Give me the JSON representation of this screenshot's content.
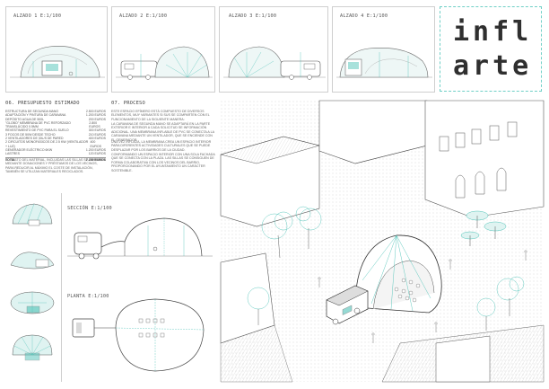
{
  "elevations": [
    {
      "label": "ALZADO 1   E:1/100"
    },
    {
      "label": "ALZADO 2   E:1/100"
    },
    {
      "label": "ALZADO 3   E:1/100"
    },
    {
      "label": "ALZADO 4   E:1/100"
    }
  ],
  "logo": {
    "line1": "infl",
    "line2": "arte"
  },
  "budget": {
    "title": "06. PRESUPUESTO ESTIMADO",
    "rows": [
      {
        "item": "ESTRUCTURA DE SEGUNDA MANO",
        "price": "2.500 EUROS"
      },
      {
        "item": "ADAPTACIÓN Y PINTURA DE CARAVANA",
        "price": "1.200 EUROS"
      },
      {
        "item": "DEPÓSITO AGUA DE 500L",
        "price": "200 EUROS"
      },
      {
        "item": "\"GLOBO\" MEMBRANA DE PVC REFORZADO TRANSLÚCIDO 0.5MM",
        "price": "2.800 EUROS"
      },
      {
        "item": "REVESTIMIENTO DE PVC PARA EL SUELO",
        "price": "300 EUROS"
      },
      {
        "item": "3 FOCOS DE 50W DESDE TECHO",
        "price": "210 EUROS"
      },
      {
        "item": "2 VENTILADORES DE 30L/S DE PARED",
        "price": "400 EUROS"
      },
      {
        "item": "2 CIRCUITOS MONOFÁSICOS DE 2.5 KW (VENTILADOR + LUZ)",
        "price": "400 EUROS"
      },
      {
        "item": "GENERADOR ELÉCTRICO 6KW",
        "price": "1.200 EUROS"
      },
      {
        "item": "LASTRES",
        "price": "120 EUROS"
      }
    ],
    "total_label": "TOTAL",
    "total_value": "7.230 EUROS",
    "note": "EL RESTO DEL MATERIAL, INCLUIDAS LAS SILLAS SE OBTIENEN MEDIANTE DONACIONES Y PRÉSTAMOS DE LOS VECINOS, PARA REDUCIR AL MÁXIMO EL COSTE DE INSTALACIÓN, TAMBIÉN SE UTILIZAN MATERIALES RECICLADOS."
  },
  "process": {
    "title": "07. PROCESO",
    "p1": "ESTE ESPACIO EFÍMERO ESTÁ COMPUESTO DE DIVERSOS ELEMENTOS, MUY VARIANTES SI SUS SE COMPARTEN CON EL FUNCIONAMIENTO DE LA SIGUIENTE MANERA:",
    "p2": "LA CARAVANA DE SEGUNDA MANO SE ADAPTARÁ EN LA PARTE EXTERIOR E INTERIOR A CADA SOLICITUD SE INFORMACIÓN ADICIONAL. UNA MEMBRANA INFLABLE DE PVC SE CONECTA A LA CARAVANA MEDIANTE UN VENTILADOR, QUE SE ENCIENDE CON EL GENERADOR.",
    "p3": "UNA VEZ INFLADA, LA MEMBRANA CREA UN ESPACIO INTERIOR PARA DIFERENTES ACTIVIDADES CULTURALES QUE SE PUEDE DESPLAZAR POR LOS BARRIOS DE LA CIUDAD.",
    "p4": "CONFORMANDO UN ESPACIO INTERIOR CON UNA SOLA FACHADA QUE SE CONECTA CON LA PLAZA. LAS SILLAS SE CONSIGUEN DE FORMA COLABORATIVA CON LOS VECINOS DEL BARRIO, PROPORCIONANDO POR EL AYUNTAMIENTO UN CARÁCTER SOSTENIBLE."
  },
  "section": {
    "label": "SECCIÓN   E:1/100"
  },
  "plan": {
    "label": "PLANTA   E:1/100"
  },
  "colors": {
    "accent": "#4fc3b8",
    "line": "#555555",
    "frame": "#cfcfcf"
  }
}
